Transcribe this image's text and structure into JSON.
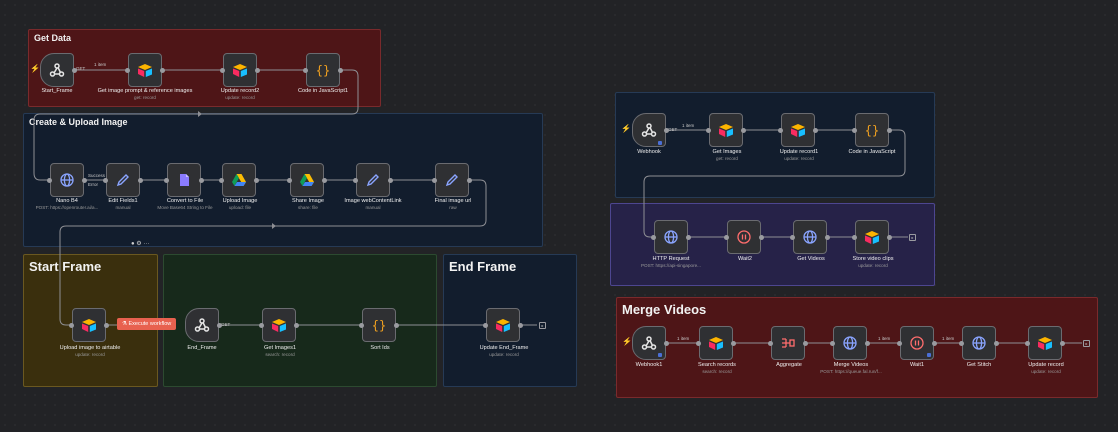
{
  "stickies": {
    "get_data": "Get Data",
    "create_upload": "Create & Upload Image",
    "start_frame": "Start Frame",
    "end_frame": "End Frame",
    "merge_videos": "Merge Videos"
  },
  "nodes": {
    "start_frame": {
      "name": "Start_Frame",
      "sub": ""
    },
    "get_prompt": {
      "name": "Get image prompt & reference images",
      "sub": "get: record"
    },
    "update_record2": {
      "name": "Update record2",
      "sub": "update: record"
    },
    "code_js1": {
      "name": "Code in JavaScript1",
      "sub": ""
    },
    "nano_b4": {
      "name": "Nano B4",
      "sub": "POST: https://openrouter.ai/a..."
    },
    "edit_fields1": {
      "name": "Edit Fields1",
      "sub": "manual"
    },
    "convert_file": {
      "name": "Convert to File",
      "sub": "Move Base64 String to File"
    },
    "upload_image": {
      "name": "Upload Image",
      "sub": "upload: file"
    },
    "share_image": {
      "name": "Share Image",
      "sub": "share: file"
    },
    "image_link": {
      "name": "Image webContentLink",
      "sub": "manual"
    },
    "final_url": {
      "name": "Final image url",
      "sub": "raw"
    },
    "upload_airtable": {
      "name": "Upload image to airtable",
      "sub": "update: record"
    },
    "end_frame": {
      "name": "End_Frame",
      "sub": ""
    },
    "get_images1": {
      "name": "Get Images1",
      "sub": "search: record"
    },
    "sort_ids": {
      "name": "Sort Ids",
      "sub": ""
    },
    "update_end_frame": {
      "name": "Update End_Frame",
      "sub": "update: record"
    },
    "webhook": {
      "name": "Webhook",
      "sub": ""
    },
    "get_images": {
      "name": "Get Images",
      "sub": "get: record"
    },
    "update_record1": {
      "name": "Update record1",
      "sub": "update: record"
    },
    "code_js": {
      "name": "Code in JavaScript",
      "sub": ""
    },
    "http_request": {
      "name": "HTTP Request",
      "sub": "POST: https://api-singapore..."
    },
    "wait2": {
      "name": "Wait2",
      "sub": ""
    },
    "get_videos": {
      "name": "Get Videos",
      "sub": ""
    },
    "store_clips": {
      "name": "Store video clips",
      "sub": "update: record"
    },
    "webhook1": {
      "name": "Webhook1",
      "sub": ""
    },
    "search_records": {
      "name": "Search records",
      "sub": "search: record"
    },
    "aggregate": {
      "name": "Aggregate",
      "sub": ""
    },
    "merge_videos": {
      "name": "Merge Videos",
      "sub": "POST: https://queue.fal.run/f..."
    },
    "wait1": {
      "name": "Wait1",
      "sub": ""
    },
    "get_stitch": {
      "name": "Get Stitch",
      "sub": ""
    },
    "update_record": {
      "name": "Update record",
      "sub": "update: record"
    }
  },
  "edge_labels": {
    "item1": "1 item",
    "get": "GET",
    "success": "Success",
    "error": "Error",
    "item1b": "1 item",
    "get2": "GET",
    "item1c": "1 item",
    "item1d": "1 item",
    "item1e": "1 item",
    "get3": "GET"
  },
  "execute_button": "Execute workflow",
  "icons": {
    "webhook": "webhook-icon",
    "airtable": "airtable-icon",
    "code": "code-braces-icon",
    "globe": "globe-icon",
    "pencil": "pencil-icon",
    "file": "file-icon",
    "drive": "google-drive-icon",
    "pause": "pause-icon",
    "aggregate": "aggregate-icon"
  },
  "colors": {
    "accent": "#e8614f",
    "bolt": "#e0514c"
  }
}
